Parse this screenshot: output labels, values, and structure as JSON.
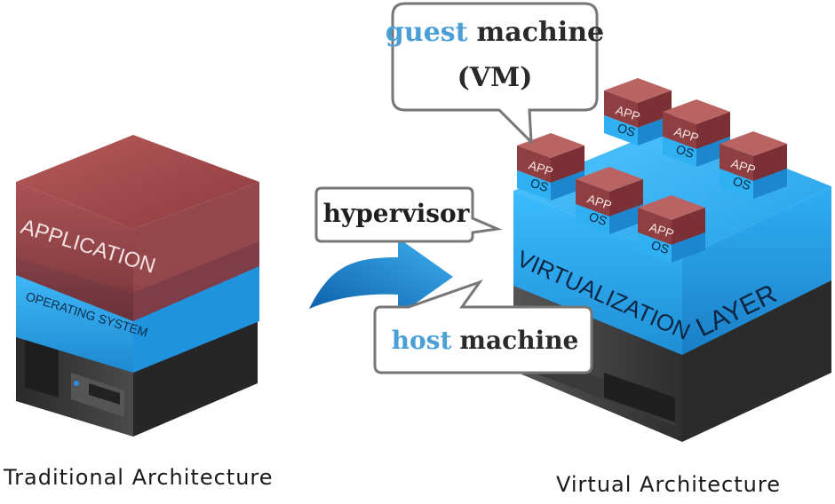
{
  "left": {
    "application_label": "APPLICATION",
    "os_label": "OPERATING SYSTEM",
    "caption": "Traditional Architecture"
  },
  "right": {
    "layer_label_1": "VIRTUALIZATION",
    "layer_label_2": "LAYER",
    "caption": "Virtual Architecture",
    "vm_app_label": "APP",
    "vm_os_label": "OS"
  },
  "callouts": {
    "guest_highlight": "guest",
    "guest_rest": "machine",
    "guest_line2": "(VM)",
    "hypervisor": "hypervisor",
    "host_highlight": "host",
    "host_rest": "machine"
  },
  "colors": {
    "highlight": "#4a9fd6",
    "app_red": "#9a3a3a",
    "os_blue": "#2aa9ef",
    "server_dark": "#3c3c3c"
  }
}
